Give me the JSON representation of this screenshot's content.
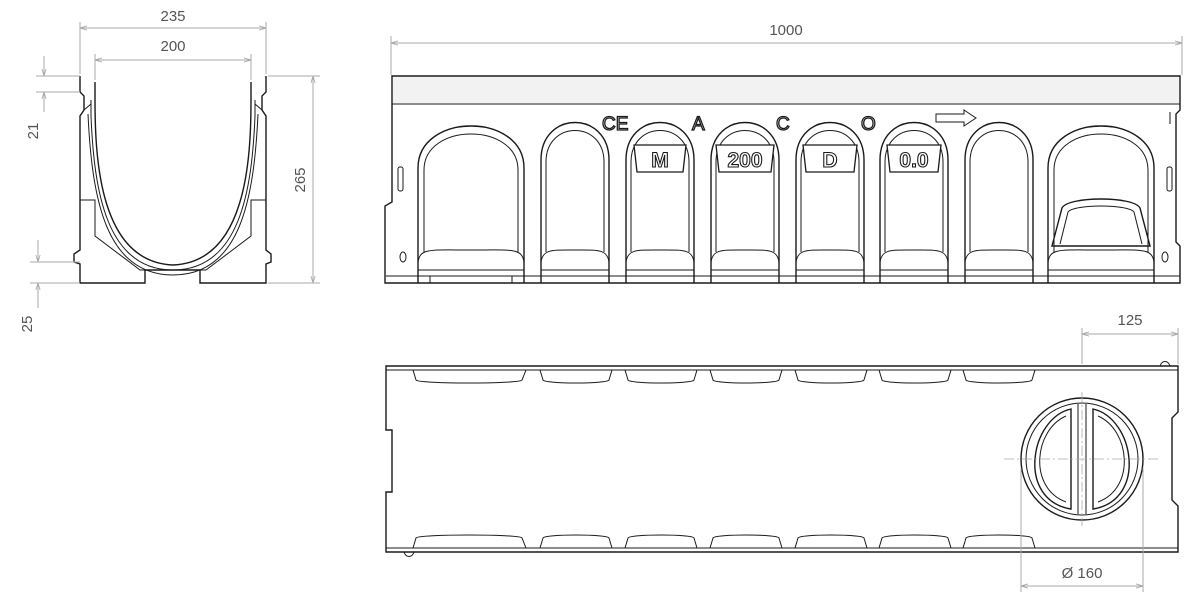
{
  "dimensions": {
    "outer_width": "235",
    "inner_width": "200",
    "lip_height": "21",
    "total_height": "265",
    "base_thickness": "25",
    "length": "1000",
    "outlet_offset": "125",
    "outlet_diameter": "Ø 160"
  },
  "markings": {
    "ce": "CE",
    "a": "A",
    "c": "C",
    "o": "O",
    "m": "M",
    "load": "200",
    "d": "D",
    "slope": "0.0"
  },
  "colors": {
    "line": "#1a1a1a",
    "dimension": "#a8a8a8",
    "text": "#555555"
  }
}
